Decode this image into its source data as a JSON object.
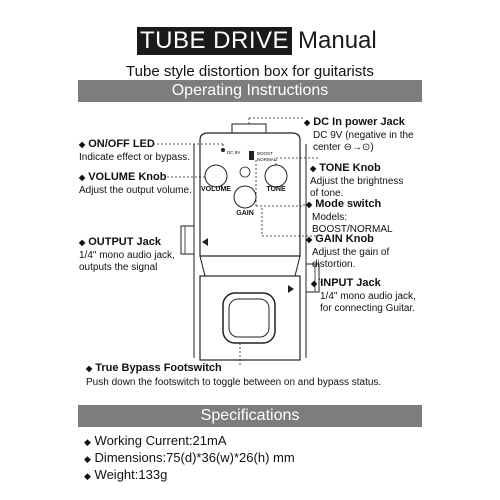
{
  "header": {
    "title": "TUBE DRIVE",
    "title_suffix": "Manual",
    "subtitle": "Tube style distortion box for guitarists"
  },
  "sections": {
    "operating": "Operating Instructions",
    "specifications": "Specifications"
  },
  "labels": {
    "dc_jack": {
      "title": "DC In power Jack",
      "desc1": "DC 9V (negative in the",
      "desc2": "center ⊖→⊙)"
    },
    "on_off_led": {
      "title": "ON/OFF LED",
      "desc1": "Indicate effect or bypass."
    },
    "tone_knob": {
      "title": "TONE Knob",
      "desc1": "Adjust the brightness",
      "desc2": "of tone."
    },
    "volume_knob": {
      "title": "VOLUME Knob",
      "desc1": "Adjust the output volume."
    },
    "mode_switch": {
      "title": "Mode switch",
      "desc1": "Models:",
      "desc2": "BOOST/NORMAL"
    },
    "gain_knob": {
      "title": "GAIN Knob",
      "desc1": "Adjust the gain of",
      "desc2": "distortion."
    },
    "output_jack": {
      "title": "OUTPUT Jack",
      "desc1": "1/4\" mono audio jack,",
      "desc2": "outputs the signal"
    },
    "input_jack": {
      "title": "INPUT Jack",
      "desc1": "1/4\" mono audio jack,",
      "desc2": "for connecting Guitar."
    },
    "footswitch": {
      "title": "True Bypass Footswitch",
      "desc1": "Push down the footswitch to toggle between on and bypass status."
    }
  },
  "pedal": {
    "dc_label": "DC 9V",
    "boost": "BOOST",
    "normal": "NORMAL",
    "volume": "VOLUME",
    "tone": "TONE",
    "gain": "GAIN"
  },
  "specs": [
    "Working Current:21mA",
    "Dimensions:75(d)*36(w)*26(h) mm",
    "Weight:133g"
  ],
  "icons": {
    "bullet": "diamond-icon",
    "arrow": "triangle-arrow-icon"
  },
  "colors": {
    "title_bg": "#1a1a1a",
    "section_bar": "#7d7d7d"
  }
}
